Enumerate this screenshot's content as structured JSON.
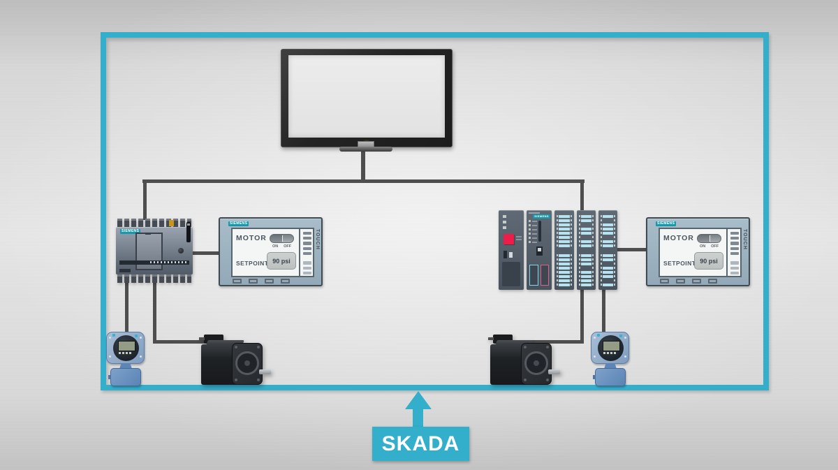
{
  "brand": "SIEMENS",
  "hmi": {
    "motor_label": "MOTOR",
    "on_label": "ON",
    "off_label": "OFF",
    "setpoint_label": "SETPOINT",
    "setpoint_value": "90 psi",
    "touch_label": "TOUCH"
  },
  "skada": {
    "label": "SKADA"
  },
  "colors": {
    "accent_cyan": "#33AECB",
    "wire_gray": "#4E4E4E",
    "alarm_red": "#ED1C49",
    "io_strip_cyan": "#B7E2EE",
    "brand_teal": "#1899AB",
    "power_led_yellow": "#C9B832"
  },
  "icons": {
    "monitor_power_led": "power-led-icon",
    "skada_arrow": "arrow-up-icon"
  }
}
